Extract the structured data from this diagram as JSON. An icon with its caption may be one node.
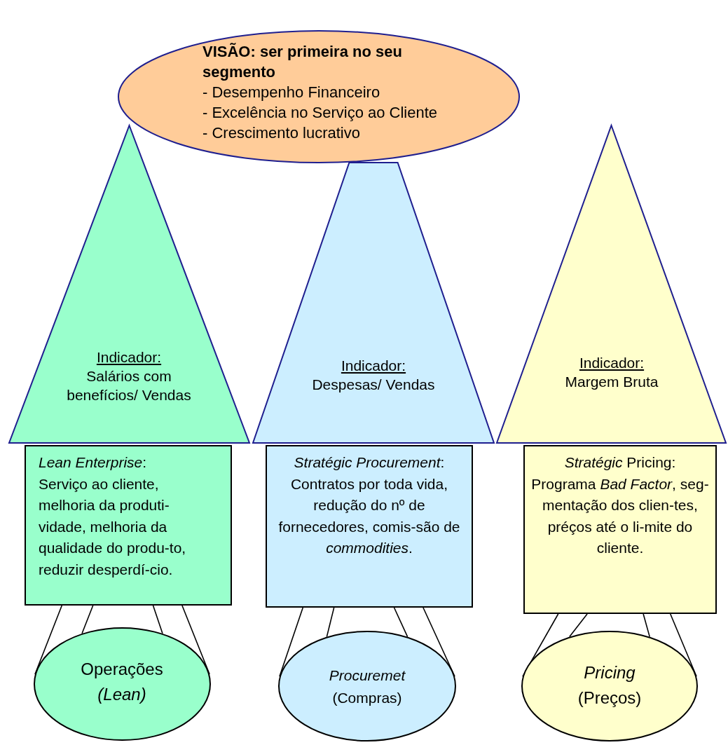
{
  "diagram": {
    "nodes": [
      {
        "text": [
          "VISÃO: ser primeira no seu segmento",
          "- Desempenho Financeiro",
          "- Excelência no Serviço ao Cliente",
          "- Crescimento lucrativo"
        ]
      },
      {
        "text": [
          "Indicador:",
          "Salários com benefícios/ Vendas"
        ]
      },
      {
        "text": [
          "Indicador:",
          "Despesas/ Vendas"
        ]
      },
      {
        "text": [
          "Indicador:",
          "Margem Bruta"
        ]
      },
      {
        "text": [
          "*Lean Enterprise*:",
          "Serviço ao cliente, melhoria da produti-vidade, melhoria da qualidade do produ-to, reduzir desperdí-cio."
        ]
      },
      {
        "text": [
          "*Stratégic Procurement*:",
          "Contratos por toda vida, redução do nº de fornecedores, comis-são de *commodities*."
        ]
      },
      {
        "text": [
          "*Stratégic* Pricing:",
          "Programa *Bad Factor*, seg-mentação dos clien-tes, préços até o li-mite do cliente."
        ]
      },
      {
        "text": [
          "Operações *(Lean)*"
        ]
      },
      {
        "text": [
          "*Procuremet* (Compras)"
        ]
      },
      {
        "text": [
          "*Pricing* (Preços)"
        ]
      }
    ],
    "edges": [
      {
        "from": 4,
        "to": 7,
        "arrow": "none"
      },
      {
        "from": 4,
        "to": 7,
        "arrow": "none"
      },
      {
        "from": 4,
        "to": 7,
        "arrow": "none"
      },
      {
        "from": 4,
        "to": 7,
        "arrow": "none"
      },
      {
        "from": 5,
        "to": 8,
        "arrow": "none"
      },
      {
        "from": 5,
        "to": 8,
        "arrow": "none"
      },
      {
        "from": 5,
        "to": 8,
        "arrow": "none"
      },
      {
        "from": 5,
        "to": 8,
        "arrow": "none"
      },
      {
        "from": 6,
        "to": 9,
        "arrow": "none"
      },
      {
        "from": 6,
        "to": 9,
        "arrow": "none"
      },
      {
        "from": 6,
        "to": 9,
        "arrow": "none"
      },
      {
        "from": 6,
        "to": 9,
        "arrow": "none"
      }
    ]
  }
}
